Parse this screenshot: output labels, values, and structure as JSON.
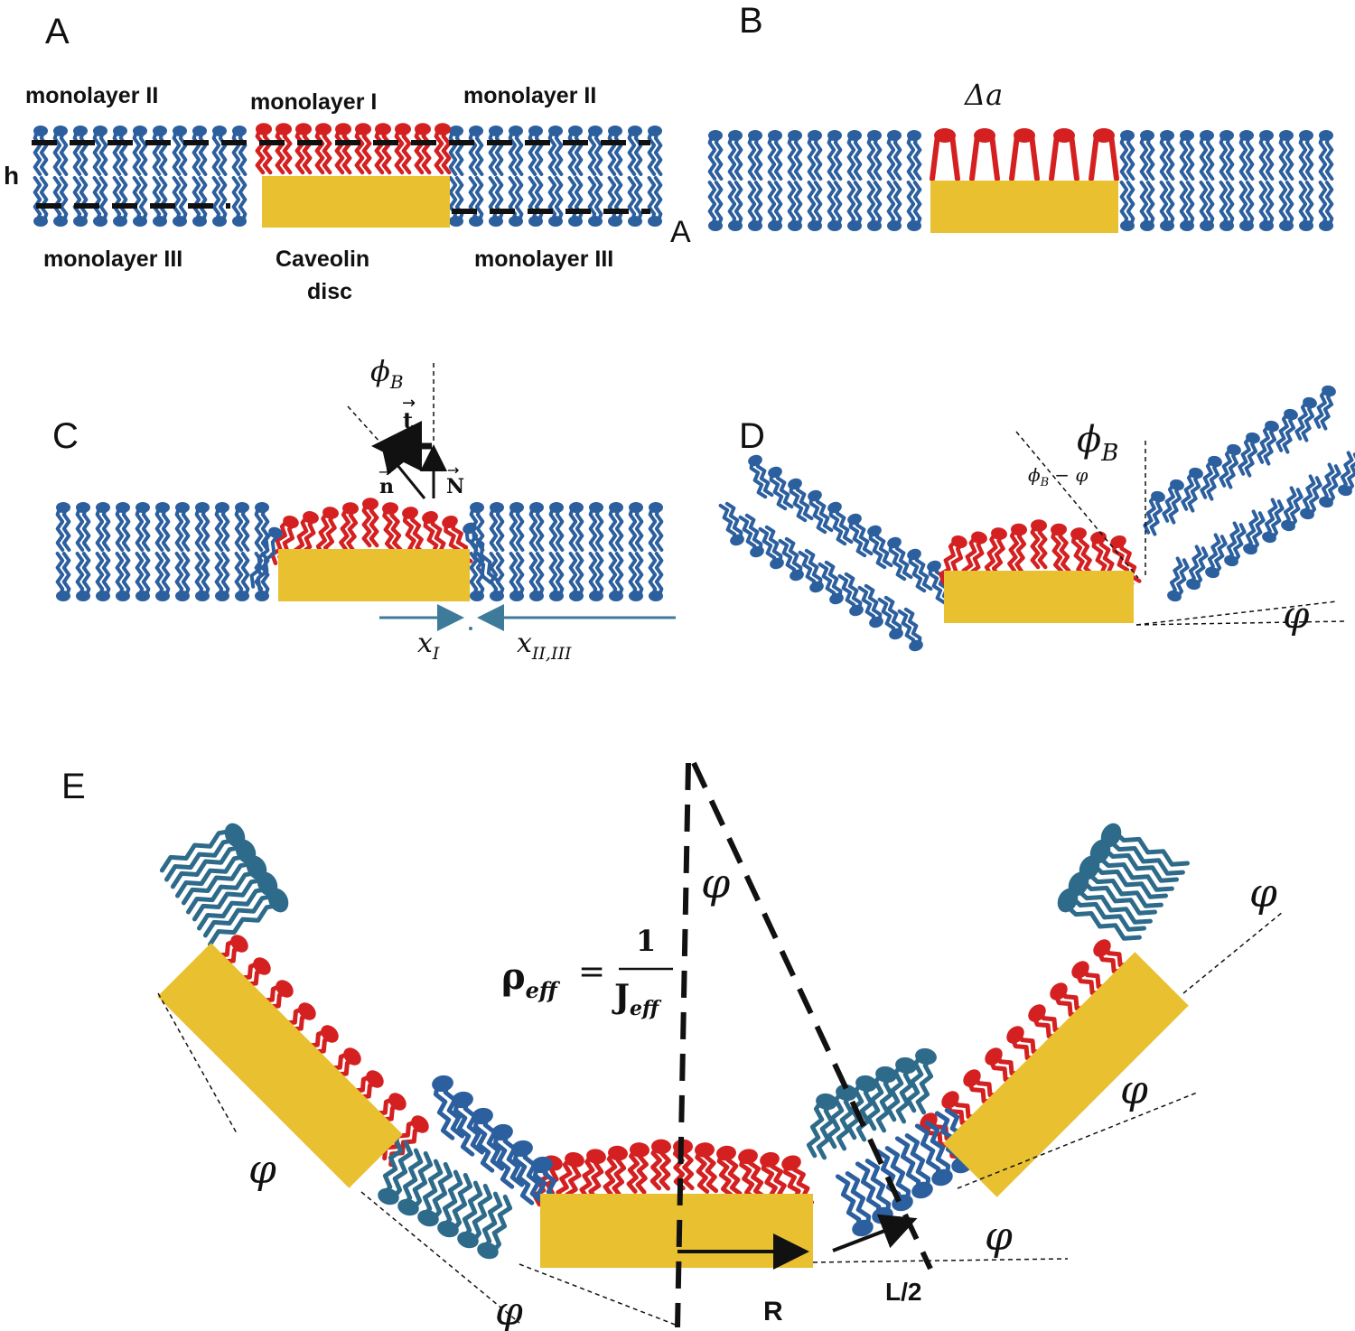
{
  "figure": {
    "colors": {
      "lipid_blue": "#2c5f9e",
      "lipid_head_blue": "#2a5b96",
      "lipid_teal": "#2e6b8a",
      "lipid_red": "#d42020",
      "caveolin_gold": "#e8c030",
      "arrow_teal": "#3e7a9a",
      "line_black": "#111111"
    },
    "panels": {
      "A": {
        "letter": "A",
        "monolayer_II_left": "monolayer II",
        "monolayer_I": "monolayer I",
        "monolayer_II_right": "monolayer II",
        "monolayer_III_left": "monolayer III",
        "caveolin_line1": "Caveolin",
        "caveolin_line2": "disc",
        "monolayer_III_right": "monolayer III",
        "thickness": "h",
        "area": "A"
      },
      "B": {
        "letter": "B",
        "delta_a": "Δa"
      },
      "C": {
        "letter": "C",
        "phi": "ϕ",
        "phi_sub": "B",
        "vec_t": "t",
        "vec_n": "n",
        "vec_N": "N",
        "x": "x",
        "x_sub_left": "I",
        "x_sub_right": "II,III"
      },
      "D": {
        "letter": "D",
        "phi": "ϕ",
        "phi_sub": "B",
        "diff_phi": "ϕ",
        "diff_sub": "B",
        "diff_rest": "− φ",
        "varphi": "φ"
      },
      "E": {
        "letter": "E",
        "varphi": "φ",
        "rho": "ρ",
        "rho_sub": "eff",
        "equals": "=",
        "numerator": "1",
        "J": "J",
        "J_sub": "eff",
        "R": "R",
        "L_half": "L/2"
      }
    }
  }
}
